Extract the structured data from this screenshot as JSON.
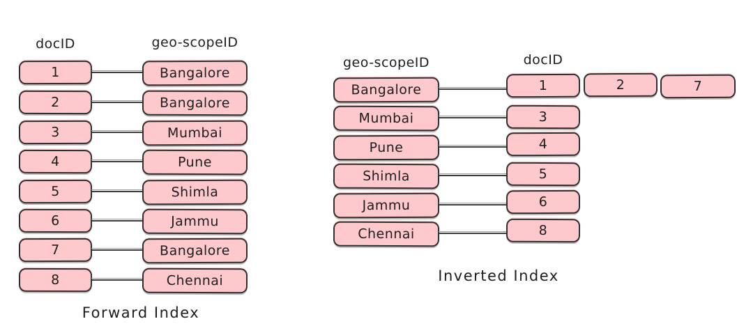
{
  "palette": {
    "background": "#ffffff",
    "box_fill": "#fdc9cc",
    "box_border": "#2e2e2e",
    "connector": "#3c3c3c",
    "ink": "#1d1d1d"
  },
  "forward_index": {
    "caption": "Forward Index",
    "doc_header": "docID",
    "scope_header": "geo-scopeID",
    "rows": [
      {
        "doc_id": "1",
        "scope": "Bangalore"
      },
      {
        "doc_id": "2",
        "scope": "Bangalore"
      },
      {
        "doc_id": "3",
        "scope": "Mumbai"
      },
      {
        "doc_id": "4",
        "scope": "Pune"
      },
      {
        "doc_id": "5",
        "scope": "Shimla"
      },
      {
        "doc_id": "6",
        "scope": "Jammu"
      },
      {
        "doc_id": "7",
        "scope": "Bangalore"
      },
      {
        "doc_id": "8",
        "scope": "Chennai"
      }
    ]
  },
  "inverted_index": {
    "caption": "Inverted Index",
    "scope_header": "geo-scopeID",
    "doc_header": "docID",
    "rows": [
      {
        "scope": "Bangalore",
        "doc_ids": [
          "1",
          "2",
          "7"
        ]
      },
      {
        "scope": "Mumbai",
        "doc_ids": [
          "3"
        ]
      },
      {
        "scope": "Pune",
        "doc_ids": [
          "4"
        ]
      },
      {
        "scope": "Shimla",
        "doc_ids": [
          "5"
        ]
      },
      {
        "scope": "Jammu",
        "doc_ids": [
          "6"
        ]
      },
      {
        "scope": "Chennai",
        "doc_ids": [
          "8"
        ]
      }
    ]
  }
}
